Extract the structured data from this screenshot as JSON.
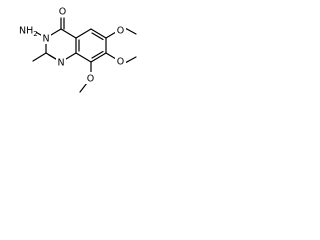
{
  "molecule": {
    "atoms": {
      "amino": "NH2",
      "amino_main": "NH",
      "amino_sub": "2",
      "ring_n3": "N",
      "ring_n1": "N",
      "carbonyl_o": "O",
      "methoxy_o6": "O",
      "methoxy_o7": "O",
      "methoxy_o8": "O"
    }
  }
}
